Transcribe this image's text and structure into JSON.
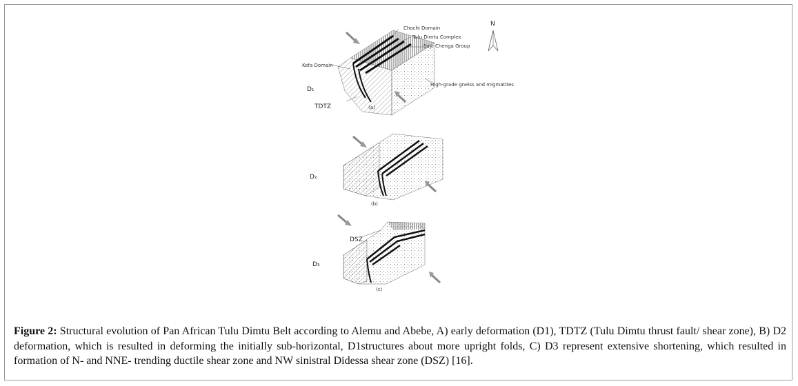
{
  "figure": {
    "panel_a": {
      "labels": {
        "chochi": "Chochi Domain",
        "tulu": "Tulu Dimtu Complex",
        "sayi": "Sayi Chenga Group",
        "kefa": "Kefa Domain",
        "gneiss": "High-grade gneiss and migmatites",
        "stage": "D₁",
        "tdtz": "TDTZ",
        "tag": "(a)"
      }
    },
    "panel_b": {
      "labels": {
        "stage": "D₂",
        "tag": "(b)"
      }
    },
    "panel_c": {
      "labels": {
        "stage": "D₃",
        "dsz": "DSZ",
        "tag": "(c)"
      }
    },
    "north": "N"
  },
  "caption": {
    "label": "Figure 2:",
    "text": "Structural evolution of Pan African Tulu Dimtu Belt according to Alemu and Abebe, A) early deformation (D1), TDTZ (Tulu Dimtu thrust fault/ shear zone), B) D2 deformation, which is resulted in deforming the initially sub-horizontal, D1structures about more upright folds, C) D3 represent extensive shortening, which resulted in formation of N- and NNE- trending ductile shear zone and NW sinistral Didessa shear zone (DSZ) [16]."
  }
}
